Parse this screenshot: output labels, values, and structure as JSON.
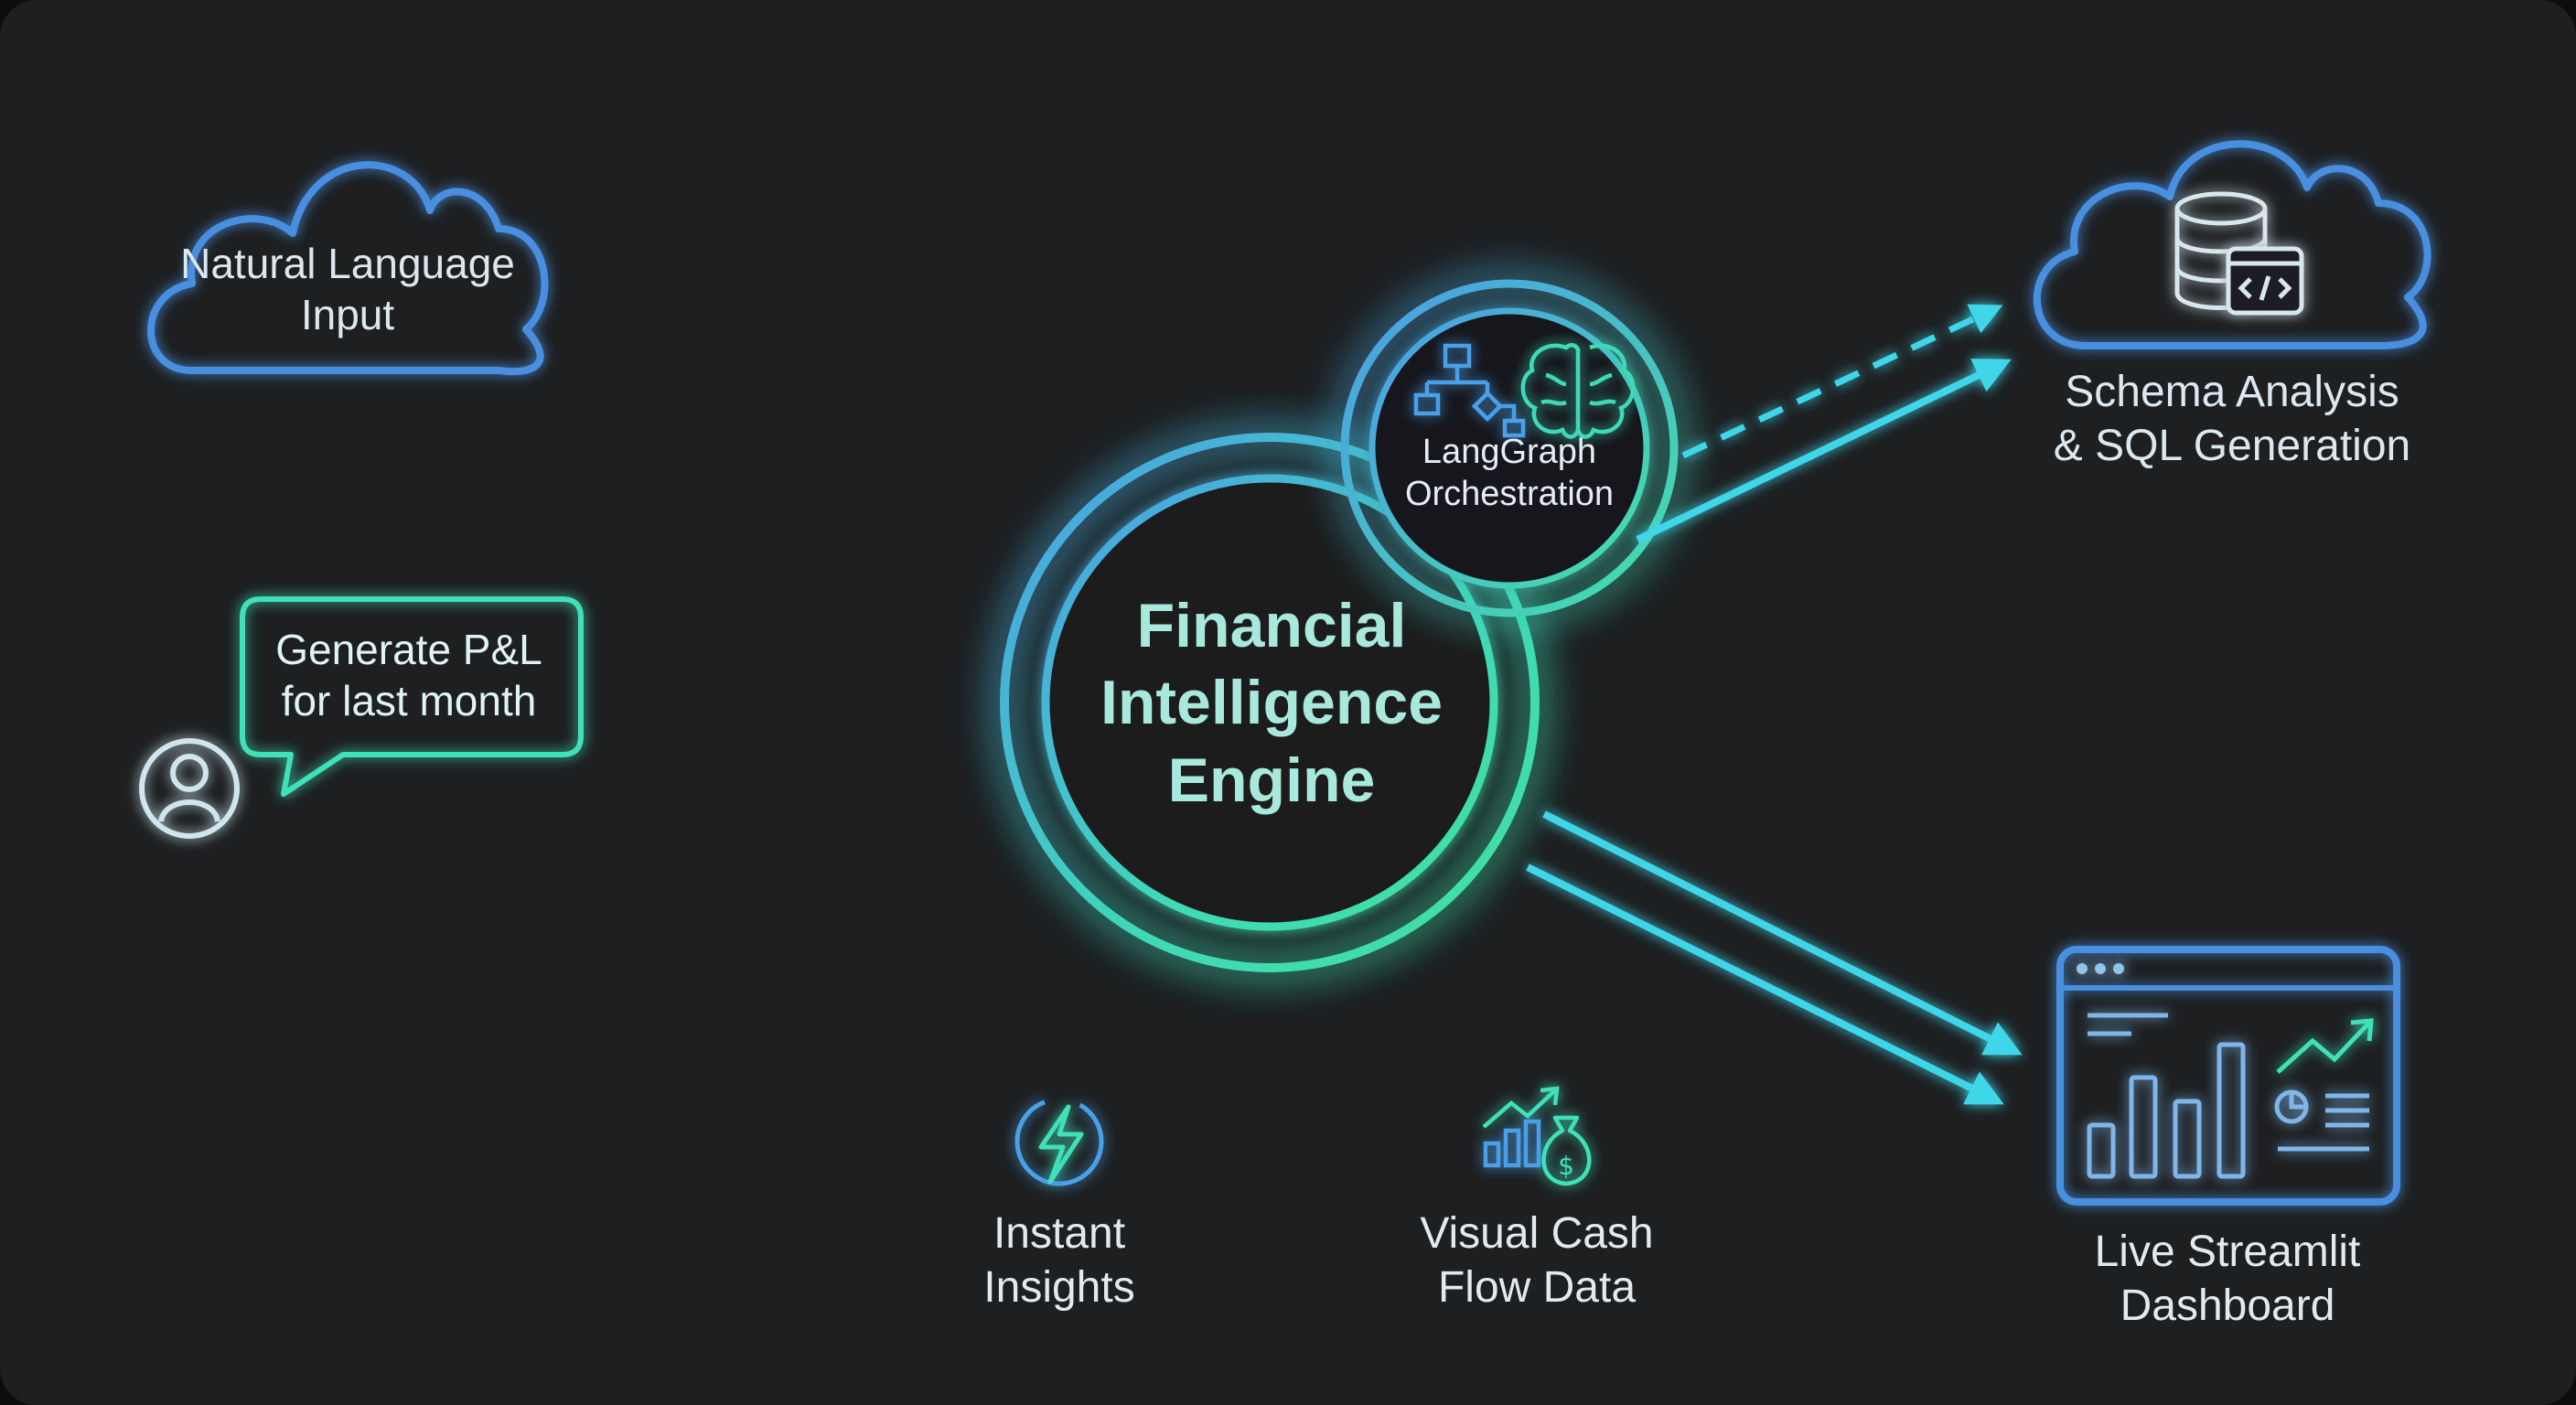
{
  "nodes": {
    "natural_language_input": {
      "line1": "Natural Language",
      "line2": "Input"
    },
    "user_prompt": {
      "line1": "Generate P&L",
      "line2": "for last month"
    },
    "core": {
      "line1": "Financial",
      "line2": "Intelligence",
      "line3": "Engine"
    },
    "orchestration": {
      "line1": "LangGraph",
      "line2": "Orchestration"
    },
    "schema": {
      "line1": "Schema Analysis",
      "line2": "& SQL Generation"
    },
    "insights": {
      "line1": "Instant",
      "line2": "Insights"
    },
    "cash_flow": {
      "line1": "Visual Cash",
      "line2": "Flow Data"
    },
    "dashboard": {
      "line1": "Live Streamlit",
      "line2": "Dashboard"
    }
  },
  "icons": {
    "cloud_left": "cloud-icon",
    "cloud_right": "cloud-icon",
    "database": "database-icon",
    "code_window": "code-window-icon",
    "user": "user-icon",
    "flowchart": "flowchart-icon",
    "brain": "brain-icon",
    "lightning": "lightning-bolt-icon",
    "money_chart": "money-bag-chart-icon",
    "dashboard": "dashboard-window-icon"
  },
  "colors": {
    "background": "#1d1f21",
    "blue_glow": "#4a8fe0",
    "cyan": "#37d2e6",
    "teal": "#3fe0b8",
    "core_text": "#a9e8dd"
  }
}
